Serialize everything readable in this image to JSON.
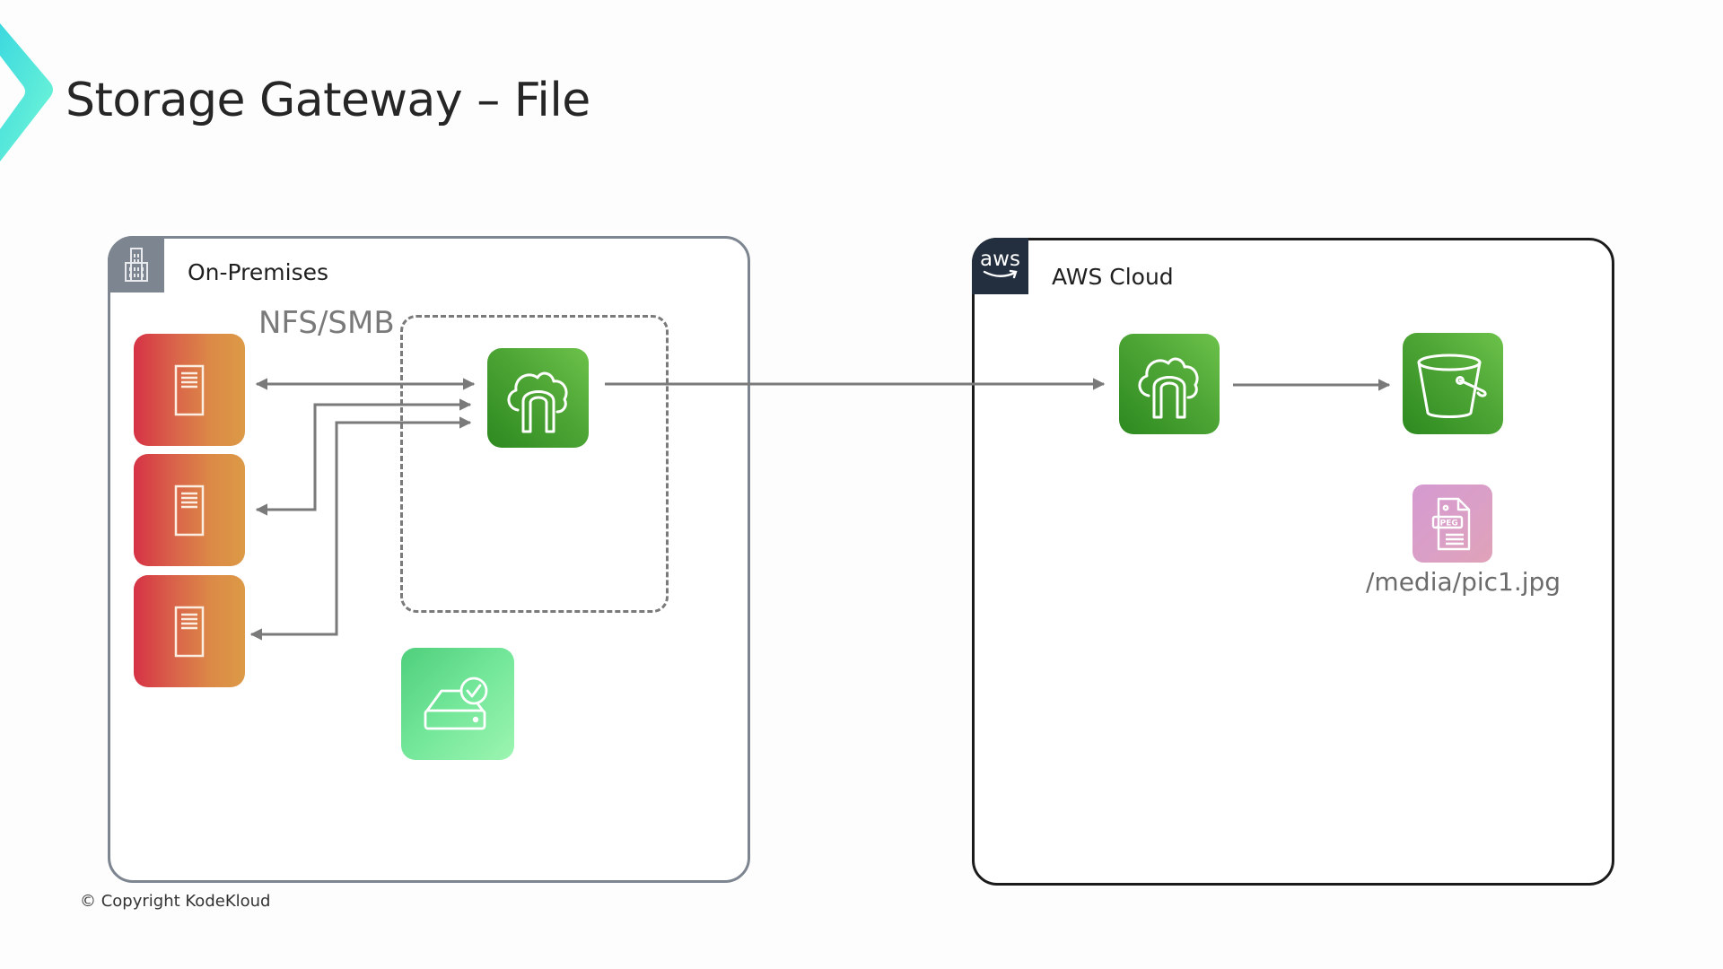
{
  "slide": {
    "title": "Storage Gateway – File",
    "copyright": "© Copyright KodeKloud"
  },
  "colors": {
    "logo_gradient": [
      "#3dd9df",
      "#72f7d6"
    ],
    "onprem_border": "#7d8590",
    "aws_border": "#1b1b1b",
    "aws_badge": "#232f3e",
    "connector": "#7a7a7a",
    "server_gradient": [
      "#d63245",
      "#dc9a46"
    ],
    "aws_green": "#4da535",
    "disk_green": "#74e79a",
    "jpeg_pink": "#da9fc7"
  },
  "on_premises": {
    "label": "On-Premises",
    "badge_icon": "office-building-icon",
    "protocol_label": "NFS/SMB",
    "servers": [
      {
        "name": "Application Server 1",
        "icon": "server-icon"
      },
      {
        "name": "Application Server 2",
        "icon": "server-icon"
      },
      {
        "name": "Application Server 3",
        "icon": "server-icon"
      }
    ],
    "gateway": {
      "name": "Storage Gateway (File Gateway)",
      "icon": "storage-gateway-icon"
    },
    "local_cache": {
      "name": "Local Disk / Cache",
      "icon": "disk-check-icon"
    }
  },
  "aws_cloud": {
    "label": "AWS Cloud",
    "badge_text": "aws",
    "badge_icon": "aws-logo-icon",
    "gateway": {
      "name": "Storage Gateway Service",
      "icon": "storage-gateway-icon"
    },
    "bucket": {
      "name": "Amazon S3 Bucket",
      "icon": "s3-bucket-icon"
    },
    "object": {
      "name": "JPEG Object",
      "icon": "jpeg-file-icon",
      "path": "/media/pic1.jpg"
    }
  },
  "connections": [
    {
      "from": "Application Server 1",
      "to": "Storage Gateway (File Gateway)",
      "direction": "bidirectional"
    },
    {
      "from": "Storage Gateway (File Gateway)",
      "to": "Application Server 2",
      "direction": "bidirectional"
    },
    {
      "from": "Storage Gateway (File Gateway)",
      "to": "Application Server 3",
      "direction": "bidirectional"
    },
    {
      "from": "Storage Gateway (File Gateway)",
      "to": "Storage Gateway Service",
      "direction": "forward"
    },
    {
      "from": "Storage Gateway Service",
      "to": "Amazon S3 Bucket",
      "direction": "forward"
    }
  ]
}
